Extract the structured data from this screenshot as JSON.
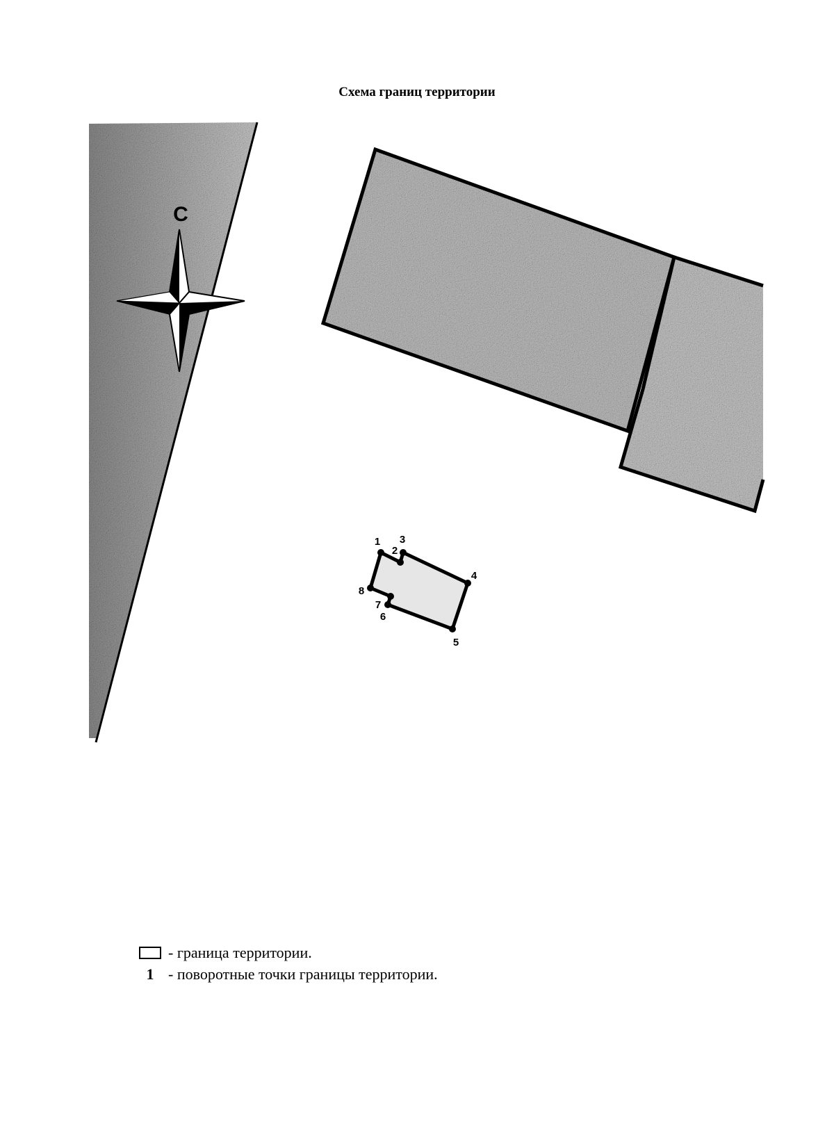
{
  "title": "Схема границ территории",
  "north_label": "С",
  "boundary_points": [
    {
      "label": "1"
    },
    {
      "label": "2"
    },
    {
      "label": "3"
    },
    {
      "label": "4"
    },
    {
      "label": "5"
    },
    {
      "label": "6"
    },
    {
      "label": "7"
    },
    {
      "label": "8"
    }
  ],
  "legend": {
    "boundary_text": "- граница территории.",
    "points_sample": "1",
    "points_text": "- поворотные точки границы территории."
  },
  "colors": {
    "line": "#000000",
    "fill_texture": "#bdbdbd",
    "background": "#ffffff"
  },
  "icons": {
    "north_arrow": "compass-star-icon",
    "boundary_swatch": "rectangle-outline-icon"
  }
}
